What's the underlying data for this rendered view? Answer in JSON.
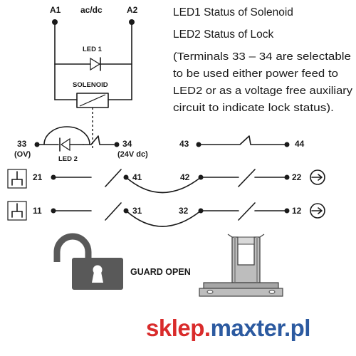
{
  "terminals": {
    "a1": "A1",
    "acdc": "ac/dc",
    "a2": "A2",
    "t33": "33",
    "t33_sub": "(OV)",
    "t34": "34",
    "t34_sub": "(24V dc)",
    "t43": "43",
    "t44": "44",
    "t21": "21",
    "t41": "41",
    "t42": "42",
    "t22": "22",
    "t11": "11",
    "t31": "31",
    "t32": "32",
    "t12": "12"
  },
  "components": {
    "led1": "LED 1",
    "solenoid": "SOLENOID",
    "led2": "LED 2"
  },
  "legend": {
    "line1": "LED1  Status of Solenoid",
    "line2": "LED2  Status of Lock",
    "note": [
      "(Terminals 33 – 34 are selectable",
      "to be used either power feed to",
      "LED2 or as a voltage free auxiliary",
      "circuit to indicate lock status)."
    ]
  },
  "status": {
    "guard": "GUARD OPEN"
  },
  "watermark": {
    "part1": "sklep.",
    "part2": "maxter.pl"
  },
  "colors": {
    "ink": "#1a1a1a",
    "lock_gray": "#595959",
    "actuator_gray": "#8c8c8c",
    "actuator_light": "#bdbdbd",
    "watermark_red": "#d92b2b",
    "watermark_blue": "#2c5aa0"
  }
}
